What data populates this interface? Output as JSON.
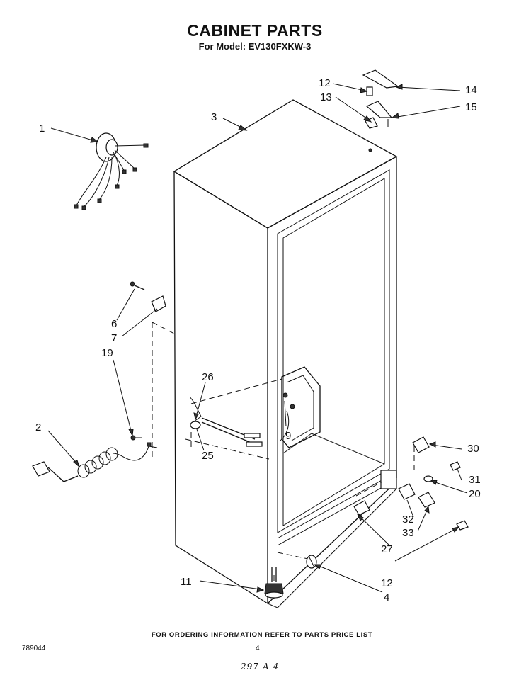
{
  "header": {
    "title": "CABINET PARTS",
    "subtitle": "For Model: EV130FXKW-3"
  },
  "callouts": {
    "c1": "1",
    "c2": "2",
    "c3": "3",
    "c4": "4",
    "c6": "6",
    "c7": "7",
    "c9": "9",
    "c11": "11",
    "c12a": "12",
    "c12b": "12",
    "c13": "13",
    "c14": "14",
    "c15": "15",
    "c19": "19",
    "c20": "20",
    "c25": "25",
    "c26": "26",
    "c27": "27",
    "c30": "30",
    "c31": "31",
    "c32": "32",
    "c33": "33"
  },
  "footer": {
    "note": "FOR ORDERING INFORMATION REFER TO PARTS PRICE LIST",
    "doc_number": "789044",
    "page_number": "4",
    "handwritten": "297-A-4"
  }
}
